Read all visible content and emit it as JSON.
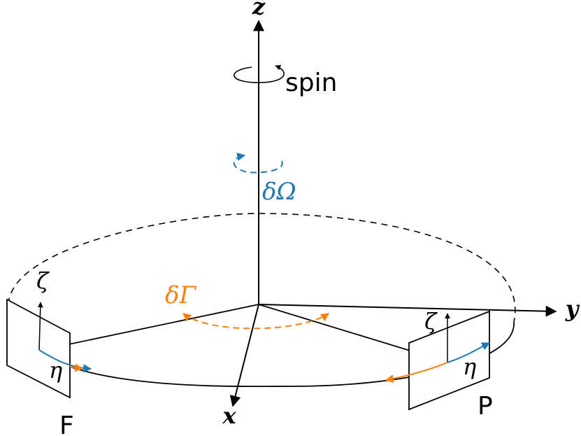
{
  "axes": {
    "x": "x",
    "y": "y",
    "z": "z"
  },
  "labels": {
    "spin": "spin",
    "delta_omega": "δΩ",
    "delta_gamma": "δΓ",
    "zeta_left": "ζ",
    "eta_left": "η",
    "zeta_right": "ζ",
    "eta_right": "η",
    "frame_f": "F",
    "frame_p": "P"
  },
  "colors": {
    "line": "#000000",
    "blue": "#1f77b4",
    "orange": "#ff7f0e"
  }
}
